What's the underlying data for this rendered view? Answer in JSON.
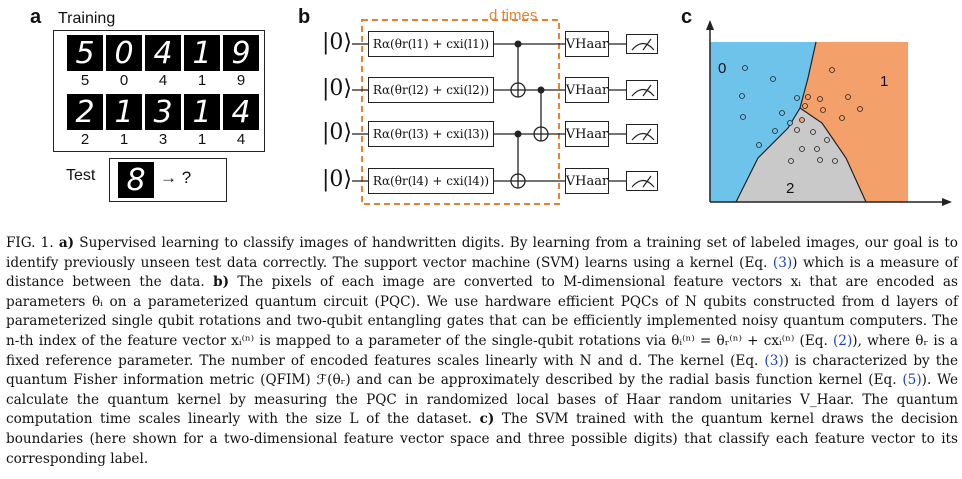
{
  "panel_a": {
    "letter": "a",
    "training_label": "Training",
    "training_digits_row1": [
      "5",
      "0",
      "4",
      "1",
      "9"
    ],
    "training_digits_row2": [
      "2",
      "1",
      "3",
      "1",
      "4"
    ],
    "test_label": "Test",
    "test_digit": "8",
    "test_arrow": "→ ?"
  },
  "panel_b": {
    "letter": "b",
    "repeat_label": "d times",
    "ket": "|0⟩",
    "gate_labels": [
      "Rα(θr(l1) + cxi(l1))",
      "Rα(θr(l2) + cxi(l2))",
      "Rα(θr(l3) + cxi(l3))",
      "Rα(θr(l4) + cxi(l4))"
    ],
    "haar_label": "VHaar",
    "colors": {
      "dashed_box": "#e8822f"
    }
  },
  "panel_c": {
    "letter": "c",
    "region_labels": [
      "0",
      "1",
      "2"
    ],
    "colors": {
      "class0": "#6ec3ea",
      "class1": "#f4a06a",
      "class2": "#c9c9c9"
    }
  },
  "caption": {
    "fig": "FIG. 1.",
    "a_head": "a)",
    "a_text": "Supervised learning to classify images of handwritten digits. By learning from a training set of labeled images, our goal is to identify previously unseen test data correctly. The support vector machine (SVM) learns using a kernel (Eq.",
    "ref3": "(3)",
    "a_text2": ") which is a measure of distance between the data.",
    "b_head": "b)",
    "b_text": "The pixels of each image are converted to M-dimensional feature vectors xᵢ that are encoded as parameters θᵢ on a parameterized quantum circuit (PQC). We use hardware efficient PQCs of N qubits constructed from d layers of parameterized single qubit rotations and two-qubit entangling gates that can be efficiently implemented noisy quantum computers. The n-th index of the feature vector xᵢ⁽ⁿ⁾ is mapped to a parameter of the single-qubit rotations via θᵢ⁽ⁿ⁾ = θᵣ⁽ⁿ⁾ + cxᵢ⁽ⁿ⁾ (Eq.",
    "ref2": "(2)",
    "b_text2": "), where θᵣ is a fixed reference parameter. The number of encoded features scales linearly with N and d. The kernel (Eq.",
    "ref3b": "(3)",
    "b_text3": ") is characterized by the quantum Fisher information metric (QFIM) ℱ(θᵣ) and can be approximately described by the radial basis function kernel (Eq.",
    "ref5": "(5)",
    "b_text4": "). We calculate the quantum kernel by measuring the PQC in randomized local bases of Haar random unitaries V_Haar. The quantum computation time scales linearly with the size L of the dataset.",
    "c_head": "c)",
    "c_text": "The SVM trained with the quantum kernel draws the decision boundaries (here shown for a two-dimensional feature vector space and three possible digits) that classify each feature vector to its corresponding label."
  }
}
